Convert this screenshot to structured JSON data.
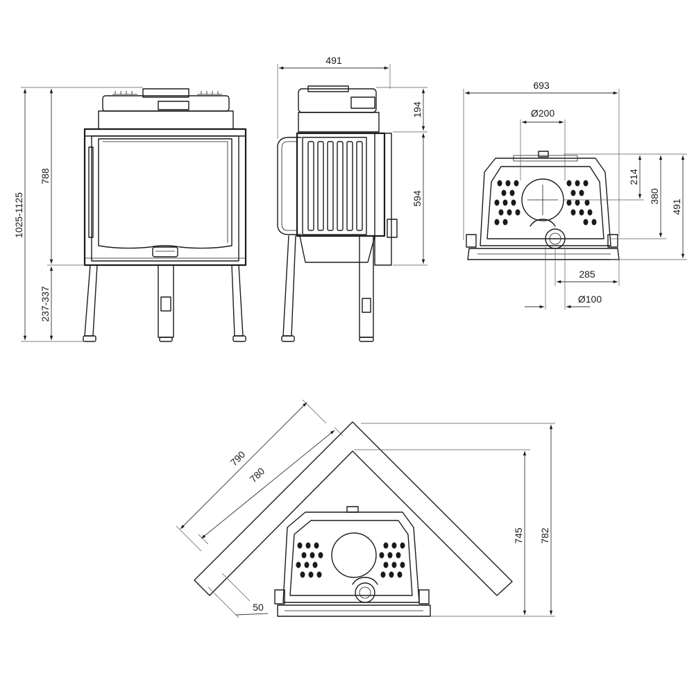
{
  "dimensions": {
    "front": {
      "overall_height": "1025-1125",
      "body_height": "788",
      "leg_height": "237-337"
    },
    "side": {
      "depth": "491",
      "top_section": "194",
      "door_section": "594"
    },
    "top": {
      "width": "693",
      "outlet_diameter": "Ø200",
      "outlet_offset": "214",
      "depth_inner": "380",
      "depth_total": "491",
      "air_inlet_offset": "285",
      "air_inlet_diameter": "Ø100"
    },
    "corner": {
      "outer_length": "790",
      "inner_length": "780",
      "inner_depth": "745",
      "outer_depth": "782",
      "gap": "50"
    }
  }
}
